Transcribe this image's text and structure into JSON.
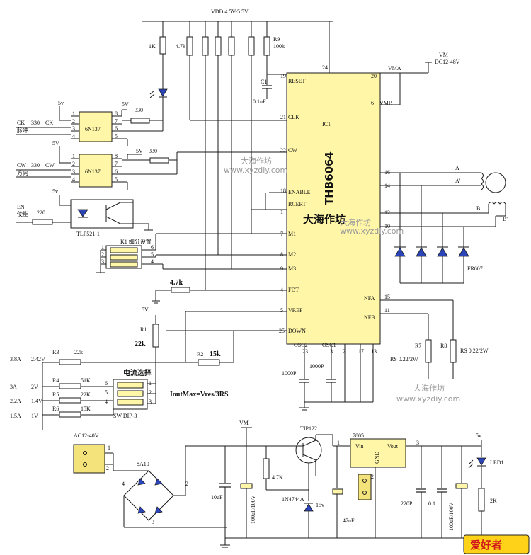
{
  "main_ic": {
    "part": "THB6064",
    "ref": "IC1",
    "label_cn": "大海作坊",
    "pins": [
      {
        "num": "19",
        "name": "RESET"
      },
      {
        "num": "24",
        "name": ""
      },
      {
        "num": "20",
        "name": ""
      },
      {
        "num": "6",
        "name": "VMB"
      },
      {
        "num": "21",
        "name": "CLK"
      },
      {
        "num": "22",
        "name": "CW"
      },
      {
        "num": "18",
        "name": "ENABLE"
      },
      {
        "num": "1",
        "name": "RCERT"
      },
      {
        "num": "7",
        "name": "M1"
      },
      {
        "num": "8",
        "name": "M2"
      },
      {
        "num": "9",
        "name": "M3"
      },
      {
        "num": "4",
        "name": "FDT"
      },
      {
        "num": "5",
        "name": "VREF"
      },
      {
        "num": "25",
        "name": "DOWN"
      },
      {
        "num": "16",
        "name": ""
      },
      {
        "num": "14",
        "name": ""
      },
      {
        "num": "12",
        "name": ""
      },
      {
        "num": "10",
        "name": ""
      },
      {
        "num": "15",
        "name": "NFA"
      },
      {
        "num": "11",
        "name": "NFB"
      },
      {
        "num": "23",
        "name": "OSC2"
      },
      {
        "num": "3",
        "name": "OSC1"
      },
      {
        "num": "2",
        "name": ""
      },
      {
        "num": "17",
        "name": ""
      },
      {
        "num": "13",
        "name": ""
      }
    ]
  },
  "labels": {
    "vdd": "VDD 4.5V-5.5V",
    "r1k": "1K",
    "r47k_top": "4.7k",
    "r9": "R9",
    "r9_val": "100k",
    "c1": "C1",
    "c1_val": "0.1uF",
    "vma": "VMA",
    "vm": "VM",
    "vm_range": "DC12-48V",
    "ck": "CK",
    "ck_330": "330",
    "ck_cn": "脉冲",
    "ck_ck": "CK",
    "cw": "CW",
    "cw_330": "330",
    "cw_cn": "方向",
    "cw_cw": "CW",
    "opto1": "6N137",
    "opto2": "6N137",
    "en": "EN",
    "en_cn": "使能",
    "r220": "220",
    "tlp": "TLP521-1",
    "fiveV": "5V",
    "fivev": "5v",
    "r330a": "330",
    "r330b": "330",
    "k1": "K1 细分设置",
    "r47k_fdt": "4.7k",
    "r1": "R1",
    "r1_val": "22k",
    "r2": "R2",
    "r2_val": "15k",
    "formula": "IoutMax=Vres/3RS",
    "r7": "R7",
    "r8": "R8",
    "rs1": "RS 0.22/2W",
    "rs2": "RS 0.22/2W",
    "c1000p_a": "1000P",
    "c1000p_b": "1000P",
    "ccap": "1000P",
    "motor_a": "A",
    "motor_a2": "A'",
    "motor_b": "B",
    "motor_b2": "B'",
    "fr607": "FR607",
    "cur_title": "电流选择",
    "sw": "SW DIP-3",
    "r3": "R3",
    "r3_val": "22k",
    "r4": "R4",
    "r4_val": "51K",
    "r5": "R5",
    "r5_val": "22K",
    "r6": "R6",
    "r6_val": "15K",
    "i38": "3.8A",
    "v242": "2.42V",
    "i3": "3A",
    "v2": "2V",
    "i22": "2.2A",
    "v14": "1.4V",
    "i15": "1.5A",
    "v1": "1V",
    "ac": "AC12-40V",
    "bridge": "8A10",
    "vm_bot": "VM",
    "tip122": "TIP122",
    "c10uf": "10uF",
    "c100uf": "100uF/100V",
    "r47k_psu": "4.7K",
    "zener": "1N4744A",
    "zener_v": "15v",
    "c47uf": "47uF",
    "reg": "7805",
    "vin": "Vin",
    "gnd": "GND",
    "vout": "Vout",
    "c220p": "220P",
    "c01": "0.1",
    "c100uf2": "100uF/100V",
    "led": "LED1",
    "r2k": "2K",
    "wm1": "大海作坊",
    "wm1u": "www.xyzdiy.com",
    "wm2": "大海作坊",
    "wm2u": "www.xyzdiy.com",
    "wm3": "大海作坊",
    "wm3u": "www.xyzdiy.com",
    "logo": "爱好者"
  }
}
